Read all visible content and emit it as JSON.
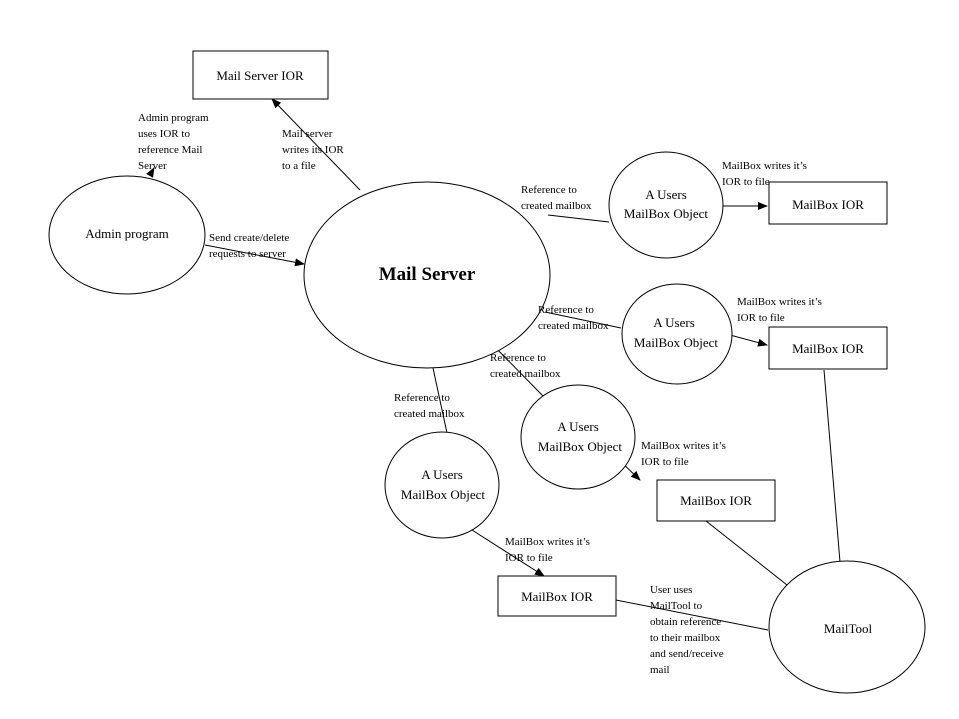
{
  "nodes": {
    "mail_server_ior": "Mail Server IOR",
    "admin_program": "Admin program",
    "mail_server": "Mail Server",
    "mailbox_1": [
      "A Users",
      "MailBox Object"
    ],
    "mailbox_2": [
      "A Users",
      "MailBox Object"
    ],
    "mailbox_3": [
      "A Users",
      "MailBox Object"
    ],
    "mailbox_4": [
      "A Users",
      "MailBox Object"
    ],
    "mailbox_ior_1": "MailBox IOR",
    "mailbox_ior_2": "MailBox IOR",
    "mailbox_ior_3": "MailBox IOR",
    "mailbox_ior_4": "MailBox IOR",
    "mailtool": "MailTool"
  },
  "notes": {
    "admin_uses_ior": [
      "Admin program",
      "uses IOR to",
      "reference Mail",
      "Server"
    ],
    "server_writes_ior": [
      "Mail server",
      "writes its IOR",
      "to a file"
    ],
    "send_requests": [
      "Send create/delete",
      "requests to server"
    ],
    "ref_created_1": [
      "Reference to",
      "created mailbox"
    ],
    "ref_created_2": [
      "Reference to",
      "created mailbox"
    ],
    "ref_created_3": [
      "Reference to",
      "created mailbox"
    ],
    "ref_created_4": [
      "Reference to",
      "created mailbox"
    ],
    "mbx_writes_1": [
      "MailBox writes it’s",
      "IOR to file"
    ],
    "mbx_writes_2": [
      "MailBox writes it’s",
      "IOR to file"
    ],
    "mbx_writes_3": [
      "MailBox writes it’s",
      "IOR to file"
    ],
    "mbx_writes_4": [
      "MailBox writes it’s",
      "IOR to file"
    ],
    "user_uses_mailtool": [
      "User uses",
      "MailTool to",
      "obtain reference",
      "to their mailbox",
      "and send/receive",
      "mail"
    ]
  }
}
